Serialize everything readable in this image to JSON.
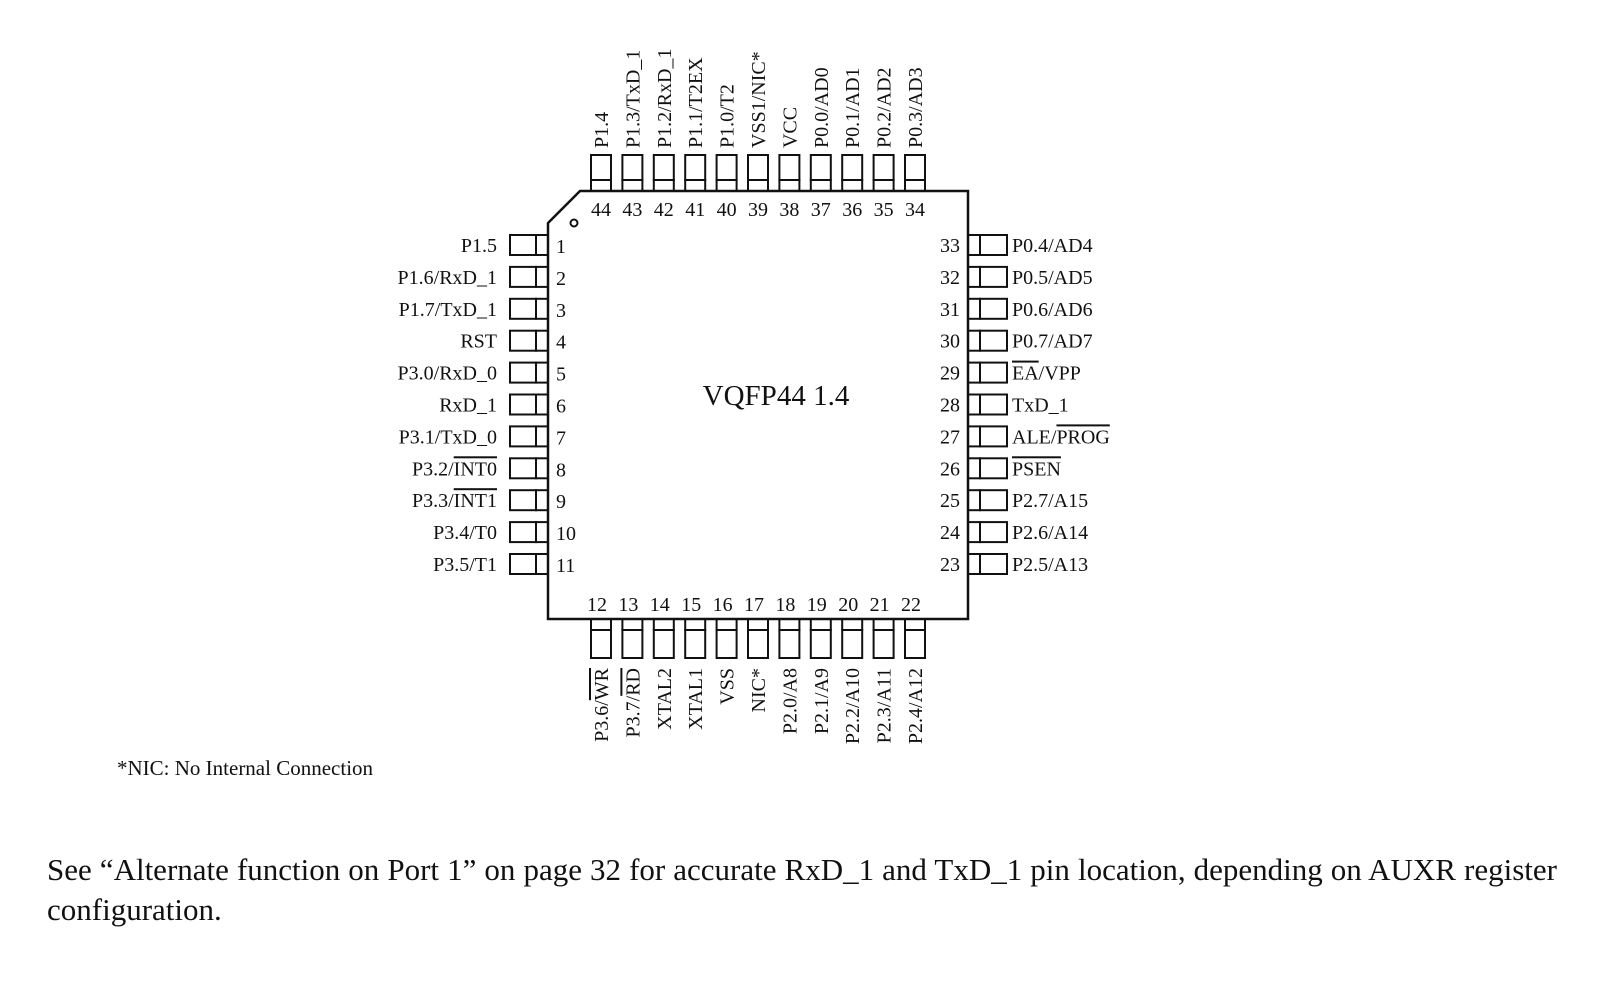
{
  "package_label": "VQFP44 1.4",
  "footnote": "*NIC: No Internal Connection",
  "description": "See “Alternate function on Port 1” on page 32 for accurate RxD_1 and TxD_1 pin location, depending on AUXR register configuration.",
  "pins": {
    "left": [
      {
        "num": "1",
        "label": "P1.5"
      },
      {
        "num": "2",
        "label": "P1.6/RxD_1"
      },
      {
        "num": "3",
        "label": "P1.7/TxD_1"
      },
      {
        "num": "4",
        "label": "RST"
      },
      {
        "num": "5",
        "label": "P3.0/RxD_0"
      },
      {
        "num": "6",
        "label": "RxD_1"
      },
      {
        "num": "7",
        "label": "P3.1/TxD_0"
      },
      {
        "num": "8",
        "label": "P3.2/INT0",
        "overline": "INT0"
      },
      {
        "num": "9",
        "label": "P3.3/INT1",
        "overline": "INT1"
      },
      {
        "num": "10",
        "label": "P3.4/T0"
      },
      {
        "num": "11",
        "label": "P3.5/T1"
      }
    ],
    "bottom": [
      {
        "num": "12",
        "label": "P3.6/WR",
        "overline": "WR"
      },
      {
        "num": "13",
        "label": "P3.7/RD",
        "overline": "RD"
      },
      {
        "num": "14",
        "label": "XTAL2"
      },
      {
        "num": "15",
        "label": "XTAL1"
      },
      {
        "num": "16",
        "label": "VSS"
      },
      {
        "num": "17",
        "label": "NIC*"
      },
      {
        "num": "18",
        "label": "P2.0/A8"
      },
      {
        "num": "19",
        "label": "P2.1/A9"
      },
      {
        "num": "20",
        "label": "P2.2/A10"
      },
      {
        "num": "21",
        "label": "P2.3/A11"
      },
      {
        "num": "22",
        "label": "P2.4/A12"
      }
    ],
    "right": [
      {
        "num": "23",
        "label": "P2.5/A13"
      },
      {
        "num": "24",
        "label": "P2.6/A14"
      },
      {
        "num": "25",
        "label": "P2.7/A15"
      },
      {
        "num": "26",
        "label": "PSEN",
        "overline": "PSEN"
      },
      {
        "num": "27",
        "label": "ALE/PROG",
        "overline": "PROG"
      },
      {
        "num": "28",
        "label": "TxD_1"
      },
      {
        "num": "29",
        "label": "EA/VPP",
        "overline": "EA"
      },
      {
        "num": "30",
        "label": "P0.7/AD7"
      },
      {
        "num": "31",
        "label": "P0.6/AD6"
      },
      {
        "num": "32",
        "label": "P0.5/AD5"
      },
      {
        "num": "33",
        "label": "P0.4/AD4"
      }
    ],
    "top": [
      {
        "num": "34",
        "label": "P0.3/AD3"
      },
      {
        "num": "35",
        "label": "P0.2/AD2"
      },
      {
        "num": "36",
        "label": "P0.1/AD1"
      },
      {
        "num": "37",
        "label": "P0.0/AD0"
      },
      {
        "num": "38",
        "label": "VCC"
      },
      {
        "num": "39",
        "label": "VSS1/NIC*"
      },
      {
        "num": "40",
        "label": "P1.0/T2"
      },
      {
        "num": "41",
        "label": "P1.1/T2EX"
      },
      {
        "num": "42",
        "label": "P1.2/RxD_1"
      },
      {
        "num": "43",
        "label": "P1.3/TxD_1"
      },
      {
        "num": "44",
        "label": "P1.4"
      }
    ]
  }
}
